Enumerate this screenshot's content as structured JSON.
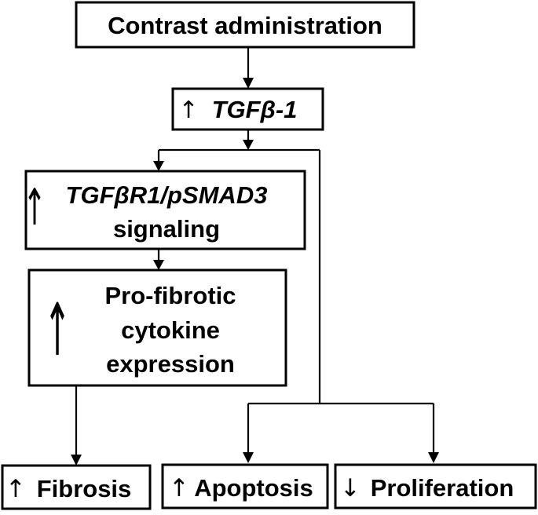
{
  "diagram": {
    "contrast": {
      "label": "Contrast administration"
    },
    "tgfb1": {
      "arrow": "↑",
      "label": "TGFβ-1"
    },
    "receptor": {
      "arrow": "↑",
      "line1": "TGFβR1/pSMAD3",
      "line2": "signaling"
    },
    "cytokine": {
      "arrow": "↑",
      "line1": "Pro-fibrotic",
      "line2": "cytokine",
      "line3": "expression"
    },
    "fibrosis": {
      "arrow": "↑",
      "label": "Fibrosis"
    },
    "apoptosis": {
      "arrow": "↑",
      "label": "Apoptosis"
    },
    "proliferation": {
      "arrow": "↓",
      "label": "Proliferation"
    }
  }
}
